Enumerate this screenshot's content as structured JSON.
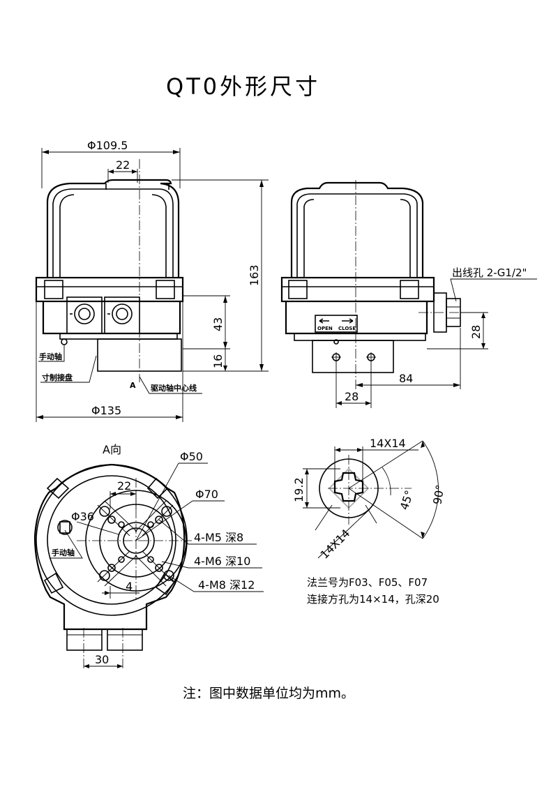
{
  "title": "QT0外形尺寸",
  "front_view": {
    "dia_top": "Φ109.5",
    "dim_22": "22",
    "dim_163": "163",
    "dim_43": "43",
    "dim_16": "16",
    "dia_bottom": "Φ135",
    "label_manual_shaft": "手动轴",
    "label_flange": "寸制接盘",
    "label_a": "A",
    "label_drive_axis": "驱动轴中心线"
  },
  "side_view": {
    "label_outlet": "出线孔 2-G1/2\"",
    "open_text": "OPEN",
    "close_text": "CLOSE",
    "dim_28_right": "28",
    "dim_84": "84",
    "dim_28_bottom": "28"
  },
  "view_a": {
    "title": "A向",
    "dia_50": "Φ50",
    "dia_70": "Φ70",
    "dim_22": "22",
    "dia_36": "Φ36",
    "label_manual_shaft": "手动轴",
    "m5": "4-M5 深8",
    "m6": "4-M6 深10",
    "m8": "4-M8 深12",
    "dim_4": "4",
    "dim_30": "30"
  },
  "star_detail": {
    "dim_14x14_top": "14X14",
    "dim_19_2": "19.2",
    "dim_14x14_diag": "14X14",
    "angle_45": "45°",
    "angle_90": "90°"
  },
  "spec": {
    "line1": "法兰号为F03、F05、F07",
    "line2": "连接方孔为14×14，孔深20"
  },
  "note": "注：图中数据单位均为mm。"
}
